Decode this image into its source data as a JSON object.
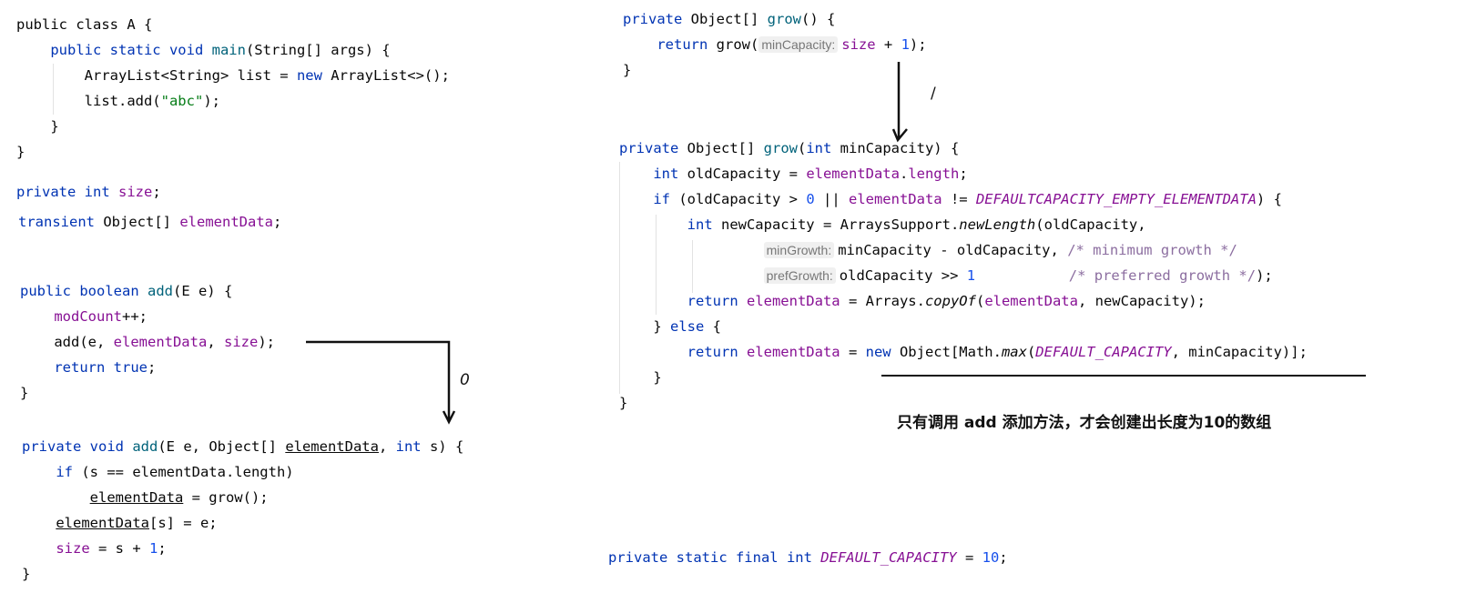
{
  "blocks": [
    {
      "name": "class-a-block",
      "lines": [
        [
          [
            "public class A {",
            ""
          ]
        ],
        [
          [
            "    ",
            ""
          ],
          [
            "public static void ",
            "k"
          ],
          [
            "main",
            "m"
          ],
          [
            "(String[] args) {",
            ""
          ]
        ],
        [
          [
            "        ArrayList<String> list = ",
            ""
          ],
          [
            "new ",
            "k"
          ],
          [
            "ArrayList<>();",
            ""
          ]
        ],
        [
          [
            "        list.add(",
            ""
          ],
          [
            "\"abc\"",
            "s"
          ],
          [
            ");",
            ""
          ]
        ],
        [
          [
            "    }",
            ""
          ]
        ],
        [
          [
            "}",
            ""
          ]
        ]
      ]
    },
    {
      "name": "size-field",
      "lines": [
        [
          [
            "private int ",
            "k"
          ],
          [
            "size",
            "f"
          ],
          [
            ";",
            ""
          ]
        ]
      ]
    },
    {
      "name": "element-data-field",
      "lines": [
        [
          [
            "transient ",
            "k"
          ],
          [
            "Object[] ",
            ""
          ],
          [
            "elementData",
            "f"
          ],
          [
            ";",
            ""
          ]
        ]
      ]
    },
    {
      "name": "add-method-block",
      "lines": [
        [
          [
            "public boolean ",
            "k"
          ],
          [
            "add",
            "m"
          ],
          [
            "(E e) {",
            ""
          ]
        ],
        [
          [
            "    ",
            ""
          ],
          [
            "modCount",
            "f"
          ],
          [
            "++;",
            ""
          ]
        ],
        [
          [
            "    add(e, ",
            ""
          ],
          [
            "elementData",
            "f"
          ],
          [
            ", ",
            ""
          ],
          [
            "size",
            "f"
          ],
          [
            ");",
            ""
          ]
        ],
        [
          [
            "    ",
            ""
          ],
          [
            "return true",
            "k"
          ],
          [
            ";",
            ""
          ]
        ],
        [
          [
            "}",
            ""
          ]
        ]
      ]
    },
    {
      "name": "add-private-block",
      "lines": [
        [
          [
            "private void ",
            "k"
          ],
          [
            "add",
            "m"
          ],
          [
            "(E e, Object[] ",
            ""
          ],
          [
            "elementData",
            "u"
          ],
          [
            ", ",
            ""
          ],
          [
            "int ",
            "k"
          ],
          [
            "s) {",
            ""
          ]
        ],
        [
          [
            "    ",
            ""
          ],
          [
            "if ",
            "k"
          ],
          [
            "(s == elementData.length)",
            ""
          ]
        ],
        [
          [
            "        ",
            ""
          ],
          [
            "elementData",
            "u"
          ],
          [
            " = grow();",
            ""
          ]
        ],
        [
          [
            "    ",
            ""
          ],
          [
            "elementData",
            "u"
          ],
          [
            "[s] = e;",
            ""
          ]
        ],
        [
          [
            "    ",
            ""
          ],
          [
            "size",
            "f"
          ],
          [
            " = s + ",
            ""
          ],
          [
            "1",
            "n"
          ],
          [
            ";",
            ""
          ]
        ],
        [
          [
            "}",
            ""
          ]
        ]
      ]
    },
    {
      "name": "grow-noarg-block",
      "lines": [
        [
          [
            "private ",
            "k"
          ],
          [
            "Object[] ",
            ""
          ],
          [
            "grow",
            "m"
          ],
          [
            "() {",
            ""
          ]
        ],
        [
          [
            "    ",
            ""
          ],
          [
            "return ",
            "k"
          ],
          [
            "grow(",
            ""
          ],
          [
            "minCapacity:",
            "h"
          ],
          [
            "size",
            "f"
          ],
          [
            " + ",
            ""
          ],
          [
            "1",
            "n"
          ],
          [
            ");",
            ""
          ]
        ],
        [
          [
            "}",
            ""
          ]
        ]
      ]
    },
    {
      "name": "grow-block",
      "lines": [
        [
          [
            "private ",
            "k"
          ],
          [
            "Object[] ",
            ""
          ],
          [
            "grow",
            "m"
          ],
          [
            "(",
            ""
          ],
          [
            "int ",
            "k"
          ],
          [
            "minCapacity) {",
            ""
          ]
        ],
        [
          [
            "    ",
            ""
          ],
          [
            "int ",
            "k"
          ],
          [
            "oldCapacity = ",
            ""
          ],
          [
            "elementData",
            "f"
          ],
          [
            ".",
            ""
          ],
          [
            "length",
            "f"
          ],
          [
            ";",
            ""
          ]
        ],
        [
          [
            "    ",
            ""
          ],
          [
            "if ",
            "k"
          ],
          [
            "(oldCapacity > ",
            ""
          ],
          [
            "0",
            "n"
          ],
          [
            " || ",
            ""
          ],
          [
            "elementData",
            "f"
          ],
          [
            " != ",
            ""
          ],
          [
            "DEFAULTCAPACITY_EMPTY_ELEMENTDATA",
            "fi"
          ],
          [
            ") {",
            ""
          ]
        ],
        [
          [
            "        ",
            ""
          ],
          [
            "int ",
            "k"
          ],
          [
            "newCapacity = ArraysSupport.",
            ""
          ],
          [
            "newLength",
            "i"
          ],
          [
            "(oldCapacity,",
            ""
          ]
        ],
        [
          [
            "                 ",
            ""
          ],
          [
            "minGrowth:",
            "h"
          ],
          [
            "minCapacity - oldCapacity, ",
            ""
          ],
          [
            "/* minimum growth */",
            "c"
          ]
        ],
        [
          [
            "                 ",
            ""
          ],
          [
            "prefGrowth:",
            "h"
          ],
          [
            "oldCapacity >> ",
            ""
          ],
          [
            "1",
            "n"
          ],
          [
            "           ",
            ""
          ],
          [
            "/* preferred growth */",
            "c"
          ],
          [
            ");",
            ""
          ]
        ],
        [
          [
            "        ",
            ""
          ],
          [
            "return ",
            "k"
          ],
          [
            "elementData",
            "f"
          ],
          [
            " = Arrays.",
            ""
          ],
          [
            "copyOf",
            "i"
          ],
          [
            "(",
            ""
          ],
          [
            "elementData",
            "f"
          ],
          [
            ", newCapacity);",
            ""
          ]
        ],
        [
          [
            "    } ",
            ""
          ],
          [
            "else ",
            "k"
          ],
          [
            "{",
            ""
          ]
        ],
        [
          [
            "        ",
            ""
          ],
          [
            "return ",
            "k"
          ],
          [
            "elementData",
            "f"
          ],
          [
            " = ",
            ""
          ],
          [
            "new ",
            "k"
          ],
          [
            "Object[Math.",
            ""
          ],
          [
            "max",
            "i"
          ],
          [
            "(",
            ""
          ],
          [
            "DEFAULT_CAPACITY",
            "fi"
          ],
          [
            ", minCapacity)];",
            ""
          ]
        ],
        [
          [
            "    }",
            ""
          ]
        ],
        [
          [
            "}",
            ""
          ]
        ]
      ]
    },
    {
      "name": "default-capacity-field",
      "lines": [
        [
          [
            "private static final int ",
            "k"
          ],
          [
            "DEFAULT_CAPACITY",
            "fi"
          ],
          [
            " = ",
            ""
          ],
          [
            "10",
            "n"
          ],
          [
            ";",
            ""
          ]
        ]
      ]
    }
  ],
  "annotations": {
    "step0": "0",
    "step1": "/",
    "note": "只有调用 add 添加方法，才会创建出长度为10的数组"
  }
}
